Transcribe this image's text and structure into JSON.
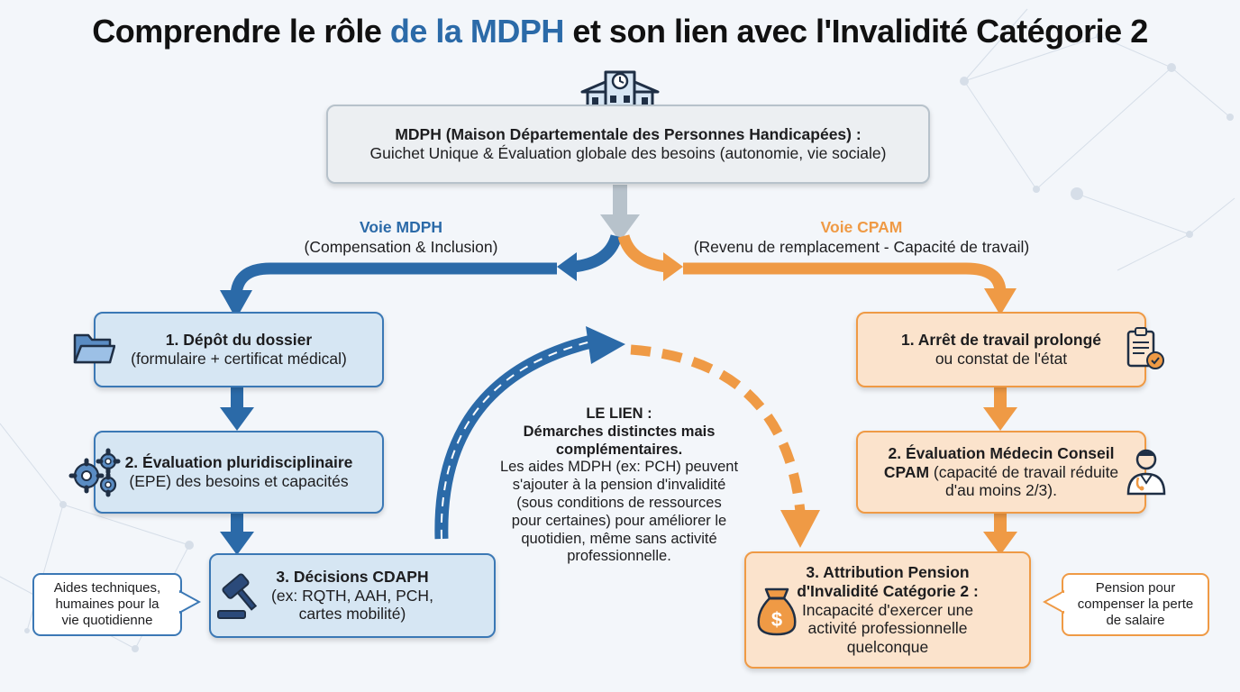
{
  "title": {
    "part1": "Comprendre le rôle ",
    "highlight": "de la MDPH",
    "part2": " et son lien avec l'Invalidité Catégorie 2"
  },
  "mdph_box": {
    "line1": "MDPH (Maison Départementale des Personnes Handicapées) :",
    "line2": "Guichet Unique & Évaluation globale des besoins (autonomie, vie sociale)",
    "icon": "building-icon"
  },
  "voie_mdph": {
    "title": "Voie MDPH",
    "subtitle": "(Compensation & Inclusion)"
  },
  "voie_cpam": {
    "title": "Voie CPAM",
    "subtitle": "(Revenu de remplacement - Capacité de travail)"
  },
  "mdph_steps": [
    {
      "bold": "1. Dépôt du dossier",
      "text": "(formulaire + certificat médical)",
      "icon": "folder-icon"
    },
    {
      "bold": "2. Évaluation pluridisciplinaire",
      "text": "(EPE) des besoins et capacités",
      "icon": "gears-icon"
    },
    {
      "bold": "3. Décisions CDAPH",
      "text2": "(ex: RQTH, AAH, PCH,",
      "text3": "cartes mobilité)",
      "icon": "gavel-icon"
    }
  ],
  "cpam_steps": [
    {
      "bold": "1. Arrêt de travail prolongé",
      "text": "ou constat de l'état",
      "icon": "clipboard-check-icon"
    },
    {
      "bold1": "2. Évaluation Médecin Conseil",
      "bold2": "CPAM",
      "text2": " (capacité de travail réduite",
      "text3": "d'au moins 2/3).",
      "icon": "doctor-icon"
    },
    {
      "bold1": "3. Attribution Pension",
      "bold2": "d'Invalidité Catégorie 2 :",
      "text3": "Incapacité d'exercer une",
      "text4": "activité professionnelle",
      "text5": "quelconque",
      "icon": "money-bag-icon"
    }
  ],
  "callout_left": {
    "line1": "Aides techniques,",
    "line2": "humaines pour la",
    "line3": "vie quotidienne"
  },
  "callout_right": {
    "line1": "Pension pour",
    "line2": "compenser la perte",
    "line3": "de salaire"
  },
  "lien": {
    "bold1": "LE LIEN :",
    "bold2": "Démarches distinctes mais",
    "bold3": "complémentaires.",
    "lines": [
      "Les aides MDPH (ex: PCH) peuvent",
      "s'ajouter à la pension d'invalidité",
      "(sous conditions de ressources",
      "pour certaines) pour améliorer le",
      "quotidien, même sans activité",
      "professionnelle."
    ]
  },
  "colors": {
    "blue": "#2b6aa8",
    "orange": "#ef9a45",
    "grey": "#b7c2cb"
  }
}
